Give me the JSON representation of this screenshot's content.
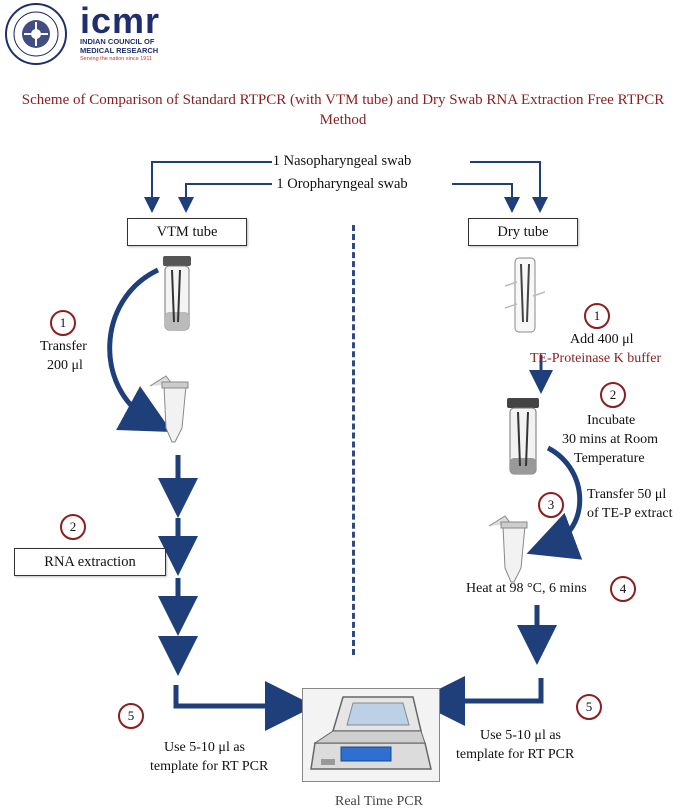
{
  "header": {
    "logo_word": "icmr",
    "logo_subtitle": "INDIAN COUNCIL OF MEDICAL RESEARCH",
    "logo_tagline": "Serving the nation since 1911"
  },
  "title": "Scheme of Comparison of Standard RTPCR (with VTM tube) and Dry Swab RNA Extraction Free RTPCR Method",
  "swabs": {
    "nasopharyngeal": "1 Nasopharyngeal swab",
    "oropharyngeal": "1 Oropharyngeal swab"
  },
  "left": {
    "tube_label": "VTM tube",
    "step1_num": "1",
    "step1_text_line1": "Transfer",
    "step1_text_line2": "200 μl",
    "step2_num": "2",
    "step2_box": "RNA extraction",
    "step5_num": "5",
    "step5_text_line1": "Use 5-10 μl as",
    "step5_text_line2": "template for RT PCR"
  },
  "right": {
    "tube_label": "Dry tube",
    "step1_num": "1",
    "step1_text_line1": "Add 400 μl",
    "step1_text_line2": "TE-Proteinase K buffer",
    "step2_num": "2",
    "step2_text_line1": "Incubate",
    "step2_text_line2": "30 mins at Room",
    "step2_text_line3": "Temperature",
    "step3_num": "3",
    "step3_text_line1": "Transfer 50 μl",
    "step3_text_line2": "of TE-P extract",
    "step4_num": "4",
    "step4_text": "Heat at 98 °C, 6 mins",
    "step5_num": "5",
    "step5_text_line1": "Use 5-10 μl as",
    "step5_text_line2": "template for RT PCR"
  },
  "machine_label": "Real Time PCR",
  "colors": {
    "arrow": "#1f3f7a",
    "title": "#8b1e1e",
    "circle": "#8b1e1e",
    "brand": "#1f2f6e"
  }
}
